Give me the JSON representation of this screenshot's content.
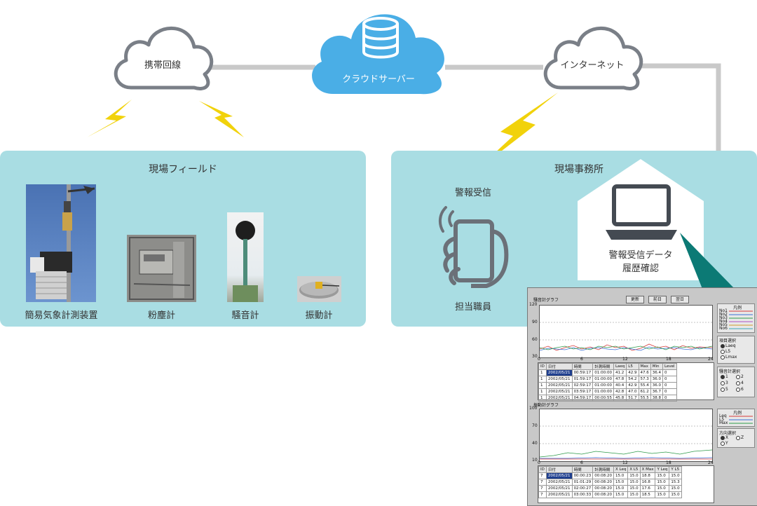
{
  "clouds": {
    "mobile": "携帯回線",
    "server": "クラウドサーバー",
    "internet": "インターネット"
  },
  "field": {
    "title": "現場フィールド",
    "devices": [
      "簡易気象計測装置",
      "粉塵計",
      "騒音計",
      "振動計"
    ]
  },
  "office": {
    "title": "現場事務所",
    "alert": "警報受信",
    "staff": "担当職員",
    "pc_line1": "警報受信データ",
    "pc_line2": "履歴確認"
  },
  "colors": {
    "panel": "#a9dde3",
    "cloud_outline": "#7a7f87",
    "server_cloud": "#4aaee6",
    "connector": "#c9c9c9",
    "lightning": "#f1d20b",
    "callout": "#0c7a75"
  },
  "software": {
    "noise": {
      "title": "騒音計グラフ",
      "buttons": [
        "更新",
        "前日",
        "翌日"
      ],
      "y_ticks": [
        "120",
        "90",
        "60",
        "30"
      ],
      "x_ticks": [
        "0",
        "6",
        "12",
        "18",
        "24"
      ],
      "legend_title": "凡例",
      "legend": [
        "No1",
        "No2",
        "No3",
        "No4",
        "No5",
        "No6"
      ],
      "item_group": "項目選択",
      "items": [
        "Laeq",
        "L5",
        "Lmax"
      ],
      "meter_group": "騒音計選択",
      "meters": [
        "1",
        "2",
        "3",
        "4",
        "5",
        "6"
      ],
      "table_head": [
        "ID",
        "日付",
        "時間",
        "計測時間",
        "Laeq",
        "L5",
        "Max",
        "Min",
        "Level"
      ],
      "rows": [
        [
          "1",
          "2002/05/21",
          "00:59:17",
          "01:00:00",
          "41.2",
          "42.9",
          "47.6",
          "36.4",
          "0"
        ],
        [
          "1",
          "2002/05/21",
          "01:59:17",
          "01:00:00",
          "47.8",
          "54.2",
          "57.3",
          "36.0",
          "0"
        ],
        [
          "1",
          "2002/05/21",
          "02:59:17",
          "01:00:00",
          "40.4",
          "42.9",
          "55.4",
          "36.0",
          "0"
        ],
        [
          "1",
          "2002/05/21",
          "03:59:17",
          "01:00:00",
          "42.8",
          "47.0",
          "61.2",
          "36.7",
          "0"
        ],
        [
          "1",
          "2002/05/21",
          "04:59:17",
          "00:00:55",
          "45.8",
          "51.7",
          "55.5",
          "38.8",
          "0"
        ]
      ]
    },
    "vib": {
      "title": "振動計グラフ",
      "y_ticks": [
        "100",
        "70",
        "40",
        "10"
      ],
      "x_ticks": [
        "0",
        "6",
        "12",
        "18",
        "24"
      ],
      "legend_title": "凡例",
      "legend": [
        "Leq",
        "L5",
        "Max"
      ],
      "dir_group": "方向選択",
      "dirs": [
        "X",
        "Z",
        "Y"
      ],
      "table_head": [
        "ID",
        "日付",
        "時間",
        "計測時間",
        "X Leq",
        "X L5",
        "X Max",
        "Y Leq",
        "Y L5"
      ],
      "rows": [
        [
          "7",
          "2002/05/21",
          "00:00:23",
          "00:08:20",
          "15.0",
          "15.0",
          "18.8",
          "15.0",
          "15.0"
        ],
        [
          "7",
          "2002/05/21",
          "01:01:29",
          "00:08:20",
          "15.0",
          "15.0",
          "16.8",
          "15.0",
          "15.3"
        ],
        [
          "7",
          "2002/05/21",
          "02:00:27",
          "00:08:20",
          "15.0",
          "15.0",
          "17.6",
          "15.0",
          "15.0"
        ],
        [
          "7",
          "2002/05/21",
          "03:00:33",
          "00:08:20",
          "15.0",
          "15.0",
          "18.5",
          "15.0",
          "15.0"
        ]
      ]
    }
  }
}
